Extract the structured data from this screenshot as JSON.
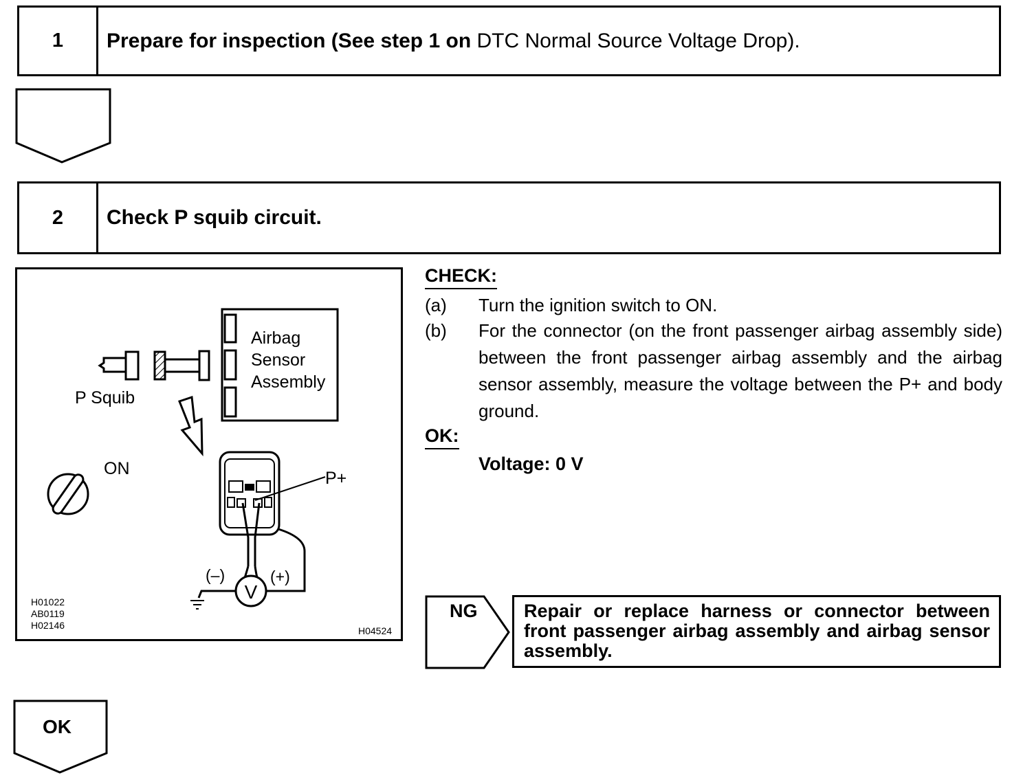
{
  "step1": {
    "number": "1",
    "title_bold": "Prepare for inspection (See step 1 on",
    "title_rest": " DTC Normal Source Voltage Drop)."
  },
  "step2": {
    "number": "2",
    "title": "Check P squib circuit."
  },
  "figure": {
    "airbag_sensor_label": [
      "Airbag",
      "Sensor",
      "Assembly"
    ],
    "p_squib_label": "P Squib",
    "on_label": "ON",
    "p_plus_label": "P+",
    "minus_label": "(–)",
    "plus_label": "(+)",
    "voltmeter_symbol": "V",
    "ref_codes": [
      "H01022",
      "AB0119",
      "H02146"
    ],
    "figure_code": "H04524"
  },
  "check": {
    "heading": "CHECK:",
    "items": [
      {
        "marker": "(a)",
        "text": "Turn the ignition switch to ON."
      },
      {
        "marker": "(b)",
        "text": "For the connector (on the front passenger airbag assem­bly side) between the front passenger airbag assembly and the airbag sensor assembly, measure the voltage be­tween the P+ and body ground."
      }
    ]
  },
  "ok": {
    "heading": "OK:",
    "value": "Voltage: 0 V"
  },
  "ng_branch": {
    "label": "NG",
    "action": "Repair or replace harness or connector be­tween front passenger airbag assembly and air­bag sensor assembly."
  },
  "ok_branch": {
    "label": "OK"
  }
}
